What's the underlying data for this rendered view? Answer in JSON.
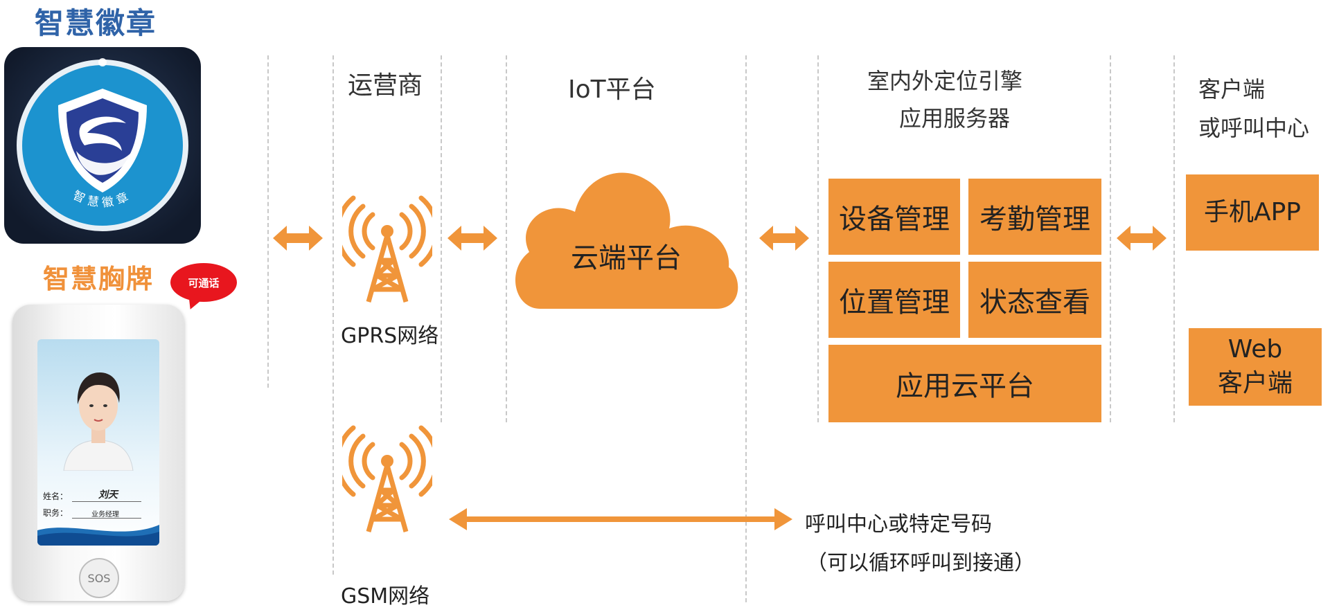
{
  "left": {
    "badge_title": "智慧徽章",
    "badge_ring_text": "智慧徽章",
    "card_title": "智慧胸牌",
    "bubble_text": "可通话",
    "card_name_label": "姓名：",
    "card_name_value": "刘天",
    "card_job_label": "职务：",
    "card_job_value": "业务经理",
    "card_sos": "SOS"
  },
  "columns": {
    "operator": "运营商",
    "iot": "IoT平台",
    "engine_line1": "室内外定位引擎",
    "engine_line2": "应用服务器",
    "client_line1": "客户端",
    "client_line2": "或呼叫中心"
  },
  "network": {
    "gprs": "GPRS网络",
    "gsm": "GSM网络"
  },
  "cloud": {
    "label": "云端平台"
  },
  "engine_boxes": {
    "device": "设备管理",
    "attendance": "考勤管理",
    "location": "位置管理",
    "status": "状态查看",
    "app_cloud": "应用云平台"
  },
  "client_boxes": {
    "mobile_app": "手机APP",
    "web_line1": "Web",
    "web_line2": "客户端"
  },
  "call": {
    "line1": "呼叫中心或特定号码",
    "line2": "（可以循环呼叫到接通）"
  },
  "colors": {
    "accent_orange": "#f0953a",
    "title_blue": "#2f63a8",
    "bubble_red": "#e8161e",
    "badge_bg": "#1b2a44",
    "badge_disc": "#1c93cf"
  },
  "icons": [
    "tower-icon",
    "double-arrow-icon",
    "cloud-icon",
    "shield-logo-icon",
    "person-photo"
  ]
}
